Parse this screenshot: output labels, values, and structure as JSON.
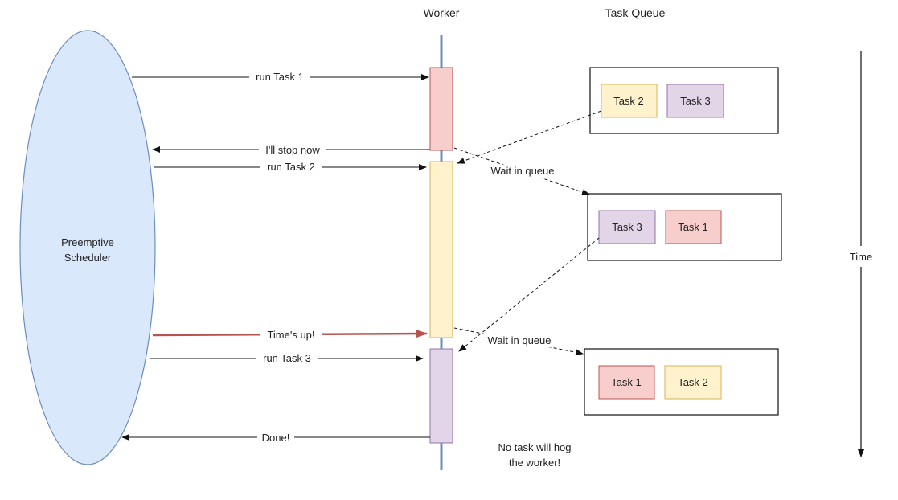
{
  "headers": {
    "worker": "Worker",
    "task_queue": "Task Queue",
    "time": "Time"
  },
  "scheduler": {
    "line1": "Preemptive",
    "line2": "Scheduler"
  },
  "messages": {
    "run_task_1": "run Task 1",
    "stop_now": "I'll stop now",
    "run_task_2": "run Task 2",
    "times_up": "Time's up!",
    "run_task_3": "run Task 3",
    "done": "Done!"
  },
  "queue_notes": {
    "wait_1": "Wait in queue",
    "wait_2": "Wait in queue"
  },
  "queues": [
    {
      "items": [
        "Task 2",
        "Task 3"
      ]
    },
    {
      "items": [
        "Task 3",
        "Task 1"
      ]
    },
    {
      "items": [
        "Task 1",
        "Task 2"
      ]
    }
  ],
  "footer_note": {
    "line1": "No task will hog",
    "line2": "the worker!"
  },
  "colors": {
    "scheduler_fill": "#dae8fc",
    "scheduler_stroke": "#6c8ebf",
    "task1_fill": "#f8cecc",
    "task1_stroke": "#b85450",
    "task2_fill": "#fff2cc",
    "task2_stroke": "#d6b656",
    "task3_fill": "#e1d5e7",
    "task3_stroke": "#9673a6",
    "timeline": "#6c8ebf",
    "times_up_arrow": "#b85450"
  }
}
